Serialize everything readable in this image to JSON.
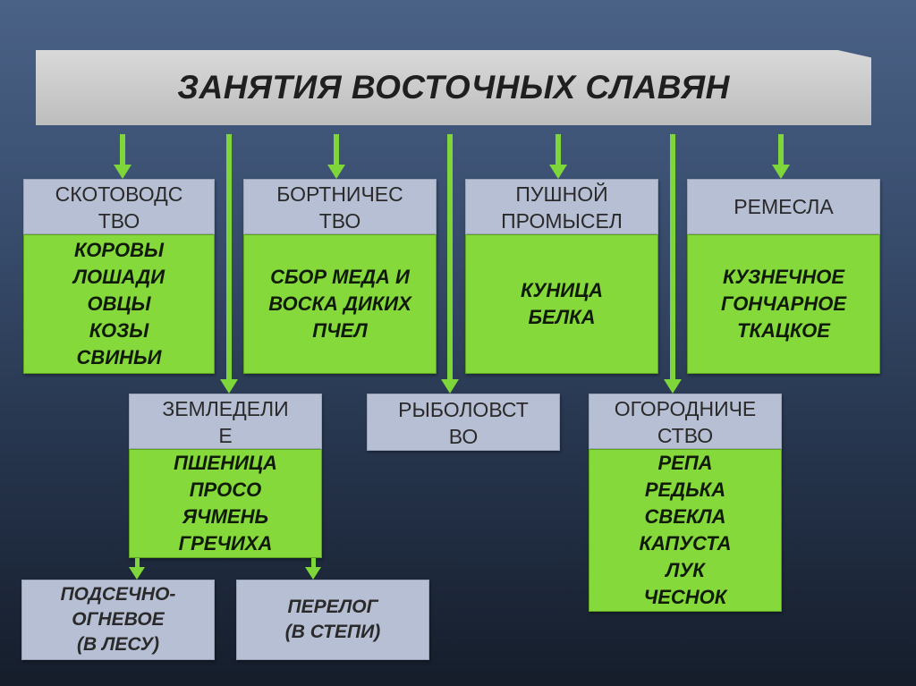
{
  "title": "ЗАНЯТИЯ ВОСТОЧНЫХ СЛАВЯН",
  "occupations": {
    "cattle": {
      "header": [
        "СКОТОВОДС",
        "ТВО"
      ],
      "items": [
        "КОРОВЫ",
        "ЛОШАДИ",
        "ОВЦЫ",
        "КОЗЫ",
        "СВИНЬИ"
      ]
    },
    "beekeeping": {
      "header": [
        "БОРТНИЧЕС",
        "ТВО"
      ],
      "items": [
        "СБОР МЕДА И",
        "ВОСКА ДИКИХ",
        "ПЧЕЛ"
      ]
    },
    "fur": {
      "header": [
        "ПУШНОЙ",
        "ПРОМЫСЕЛ"
      ],
      "items": [
        "КУНИЦА",
        "БЕЛКА"
      ]
    },
    "crafts": {
      "header": [
        "РЕМЕСЛА"
      ],
      "items": [
        "КУЗНЕЧНОЕ",
        "ГОНЧАРНОЕ",
        "ТКАЦКОЕ"
      ]
    },
    "farming": {
      "header": [
        "ЗЕМЛЕДЕЛИ",
        "Е"
      ],
      "items": [
        "ПШЕНИЦА",
        "ПРОСО",
        "ЯЧМЕНЬ",
        "ГРЕЧИХА"
      ]
    },
    "fishing": {
      "header": [
        "РЫБОЛОВСТ",
        "ВО"
      ]
    },
    "gardening": {
      "header": [
        "ОГОРОДНИЧЕ",
        "СТВО"
      ],
      "items": [
        "РЕПА",
        "РЕДЬКА",
        "СВЕКЛА",
        "КАПУСТА",
        "ЛУК",
        "ЧЕСНОК"
      ]
    }
  },
  "farming_methods": {
    "slash": [
      "ПОДСЕЧНО-",
      "ОГНЕВОЕ",
      "(В ЛЕСУ)"
    ],
    "fallow": [
      "ПЕРЕЛОГ",
      "(В СТЕПИ)"
    ]
  },
  "colors": {
    "header_bg": "#b7bfd4",
    "content_bg": "#86d93a",
    "arrow": "#7fd63a",
    "title_bg": "#c8c8c8"
  }
}
